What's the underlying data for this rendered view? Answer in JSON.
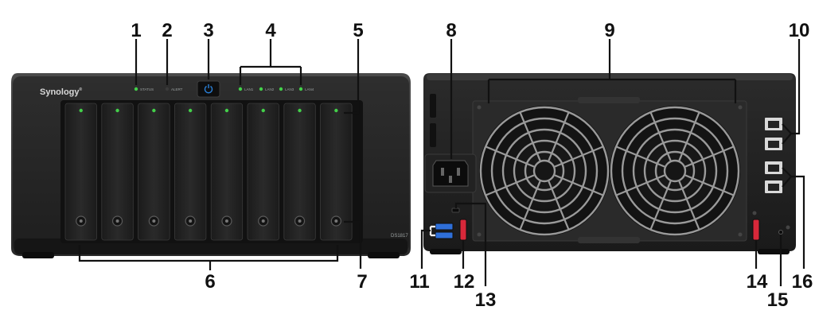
{
  "front": {
    "brand": "Synology",
    "model": "DS1817",
    "led_labels": {
      "status": "STATUS",
      "alert": "ALERT",
      "lan1": "LAN1",
      "lan2": "LAN2",
      "lan3": "LAN3",
      "lan4": "LAN4"
    },
    "drive_bays": 8
  },
  "callouts": [
    "1",
    "2",
    "3",
    "4",
    "5",
    "6",
    "7",
    "8",
    "9",
    "10",
    "11",
    "12",
    "13",
    "14",
    "15",
    "16"
  ],
  "colors": {
    "led_green": "#43d14a",
    "power_blue": "#2a7fd6",
    "usb_blue": "#2f6fd8",
    "reset_red": "#d8283a",
    "chassis": "#262626"
  }
}
